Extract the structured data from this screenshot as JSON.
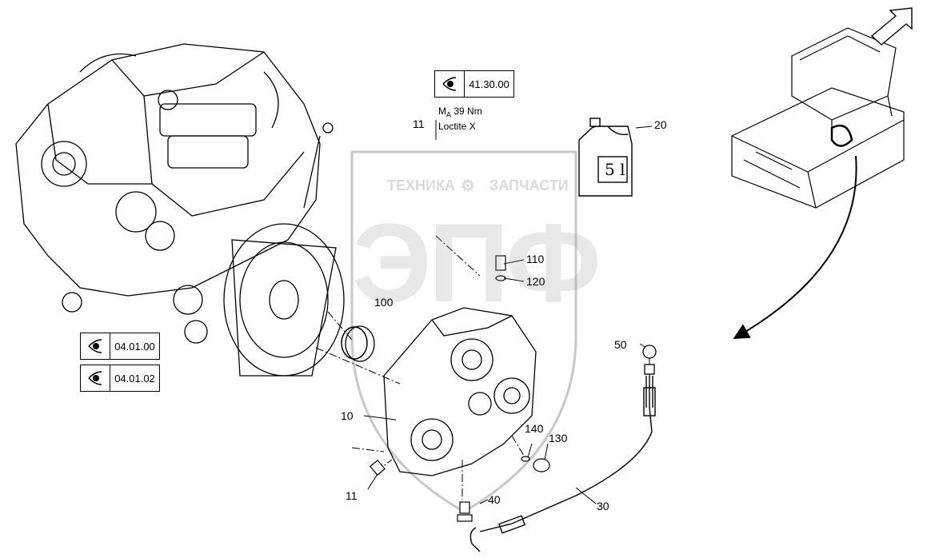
{
  "refs": {
    "ref1": "41.30.00",
    "ref2": "04.01.00",
    "ref3": "04.01.02"
  },
  "torque": {
    "callout": "11",
    "m": "M",
    "sub": "A",
    "value": "39 Nm",
    "compound": "Loctite X"
  },
  "can_label": "5 l",
  "watermark": {
    "top": "ТЕХНИКА",
    "top_right": "ЗАПЧАСТИ",
    "big": "ЭПФ"
  },
  "callouts": {
    "c10": "10",
    "c11": "11",
    "c20": "20",
    "c30": "30",
    "c40": "40",
    "c50": "50",
    "c100": "100",
    "c110": "110",
    "c120": "120",
    "c130": "130",
    "c140": "140"
  },
  "colors": {
    "line": "#000000",
    "watermark": "#9a9a9a"
  },
  "icons": {
    "view_reference": "eye-icon",
    "direction": "arrow-icon"
  }
}
